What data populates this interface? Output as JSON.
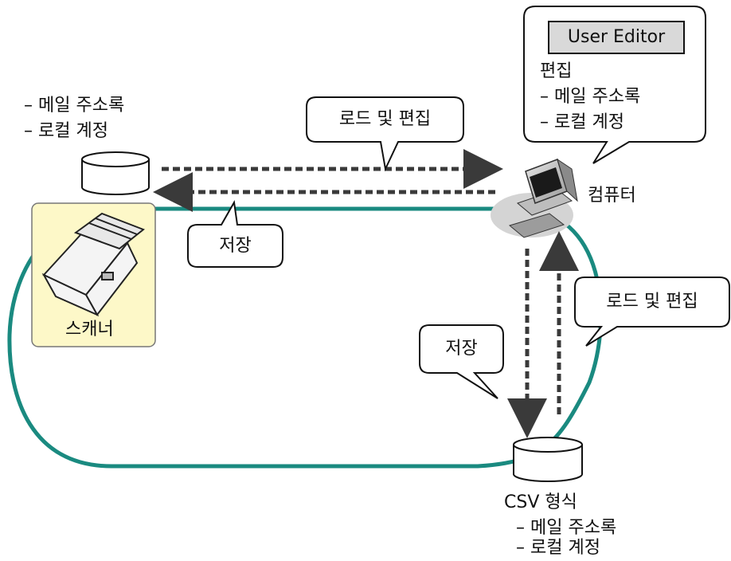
{
  "scanner": {
    "label": "스캐너"
  },
  "computer": {
    "label": "컴퓨터"
  },
  "scanner_db": {
    "items": [
      "– 메일 주소록",
      "– 로컬 계정"
    ]
  },
  "user_editor": {
    "title": "User Editor",
    "edit_label": "편집",
    "items": [
      "– 메일 주소록",
      "– 로컬 계정"
    ]
  },
  "csv": {
    "title": "CSV 형식",
    "items": [
      "– 메일 주소록",
      "– 로컬 계정"
    ]
  },
  "bubbles": {
    "load_edit_top": "로드 및 편집",
    "save_left": "저장",
    "save_right": "저장",
    "load_edit_right": "로드 및 편집"
  },
  "colors": {
    "loop": "#1a8a80",
    "scanner_bg": "#fdf8c8",
    "arrow": "#3a3a3a"
  }
}
